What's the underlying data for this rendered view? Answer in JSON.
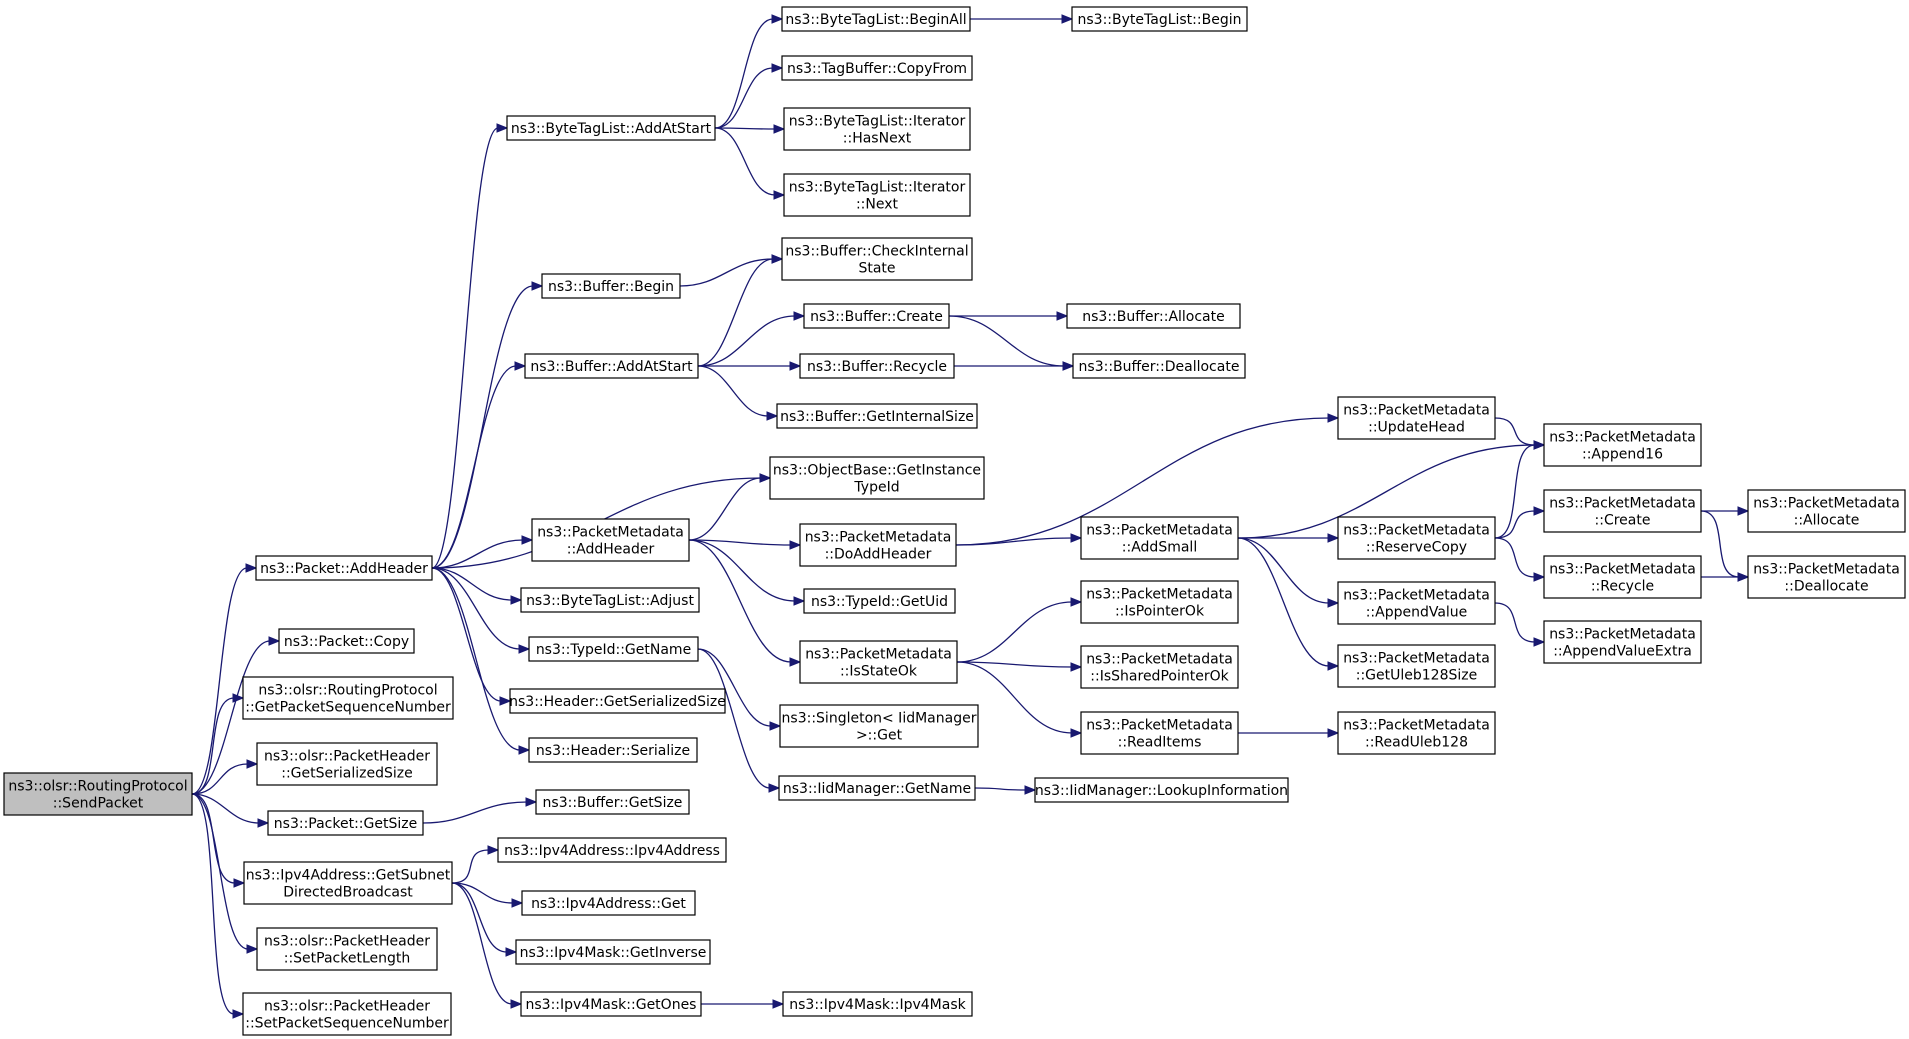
{
  "colors": {
    "edge": "#191970",
    "node_border": "#000000",
    "root_fill": "#bfbfbf",
    "node_fill": "#ffffff"
  },
  "nodes": [
    {
      "id": "sendpacket",
      "lines": [
        "ns3::olsr::RoutingProtocol",
        "::SendPacket"
      ],
      "root": true
    },
    {
      "id": "packet_addheader",
      "lines": [
        "ns3::Packet::AddHeader"
      ]
    },
    {
      "id": "packet_copy",
      "lines": [
        "ns3::Packet::Copy"
      ]
    },
    {
      "id": "getpacketseq",
      "lines": [
        "ns3::olsr::RoutingProtocol",
        "::GetPacketSequenceNumber"
      ]
    },
    {
      "id": "olsr_getser",
      "lines": [
        "ns3::olsr::PacketHeader",
        "::GetSerializedSize"
      ]
    },
    {
      "id": "packet_getsize",
      "lines": [
        "ns3::Packet::GetSize"
      ]
    },
    {
      "id": "ipv4_getsubnet",
      "lines": [
        "ns3::Ipv4Address::GetSubnet",
        "DirectedBroadcast"
      ]
    },
    {
      "id": "setpacketlength",
      "lines": [
        "ns3::olsr::PacketHeader",
        "::SetPacketLength"
      ]
    },
    {
      "id": "setpacketseq",
      "lines": [
        "ns3::olsr::PacketHeader",
        "::SetPacketSequenceNumber"
      ]
    },
    {
      "id": "btl_addatstart",
      "lines": [
        "ns3::ByteTagList::AddAtStart"
      ]
    },
    {
      "id": "btl_beginall",
      "lines": [
        "ns3::ByteTagList::BeginAll"
      ]
    },
    {
      "id": "btl_begin",
      "lines": [
        "ns3::ByteTagList::Begin"
      ]
    },
    {
      "id": "tagbuffer_copyfrom",
      "lines": [
        "ns3::TagBuffer::CopyFrom"
      ]
    },
    {
      "id": "btl_iter_hasnext",
      "lines": [
        "ns3::ByteTagList::Iterator",
        "::HasNext"
      ]
    },
    {
      "id": "btl_iter_next",
      "lines": [
        "ns3::ByteTagList::Iterator",
        "::Next"
      ]
    },
    {
      "id": "buffer_begin",
      "lines": [
        "ns3::Buffer::Begin"
      ]
    },
    {
      "id": "buffer_checkinternal",
      "lines": [
        "ns3::Buffer::CheckInternal",
        "State"
      ]
    },
    {
      "id": "buffer_addatstart",
      "lines": [
        "ns3::Buffer::AddAtStart"
      ]
    },
    {
      "id": "buffer_create",
      "lines": [
        "ns3::Buffer::Create"
      ]
    },
    {
      "id": "buffer_allocate",
      "lines": [
        "ns3::Buffer::Allocate"
      ]
    },
    {
      "id": "buffer_recycle",
      "lines": [
        "ns3::Buffer::Recycle"
      ]
    },
    {
      "id": "buffer_deallocate",
      "lines": [
        "ns3::Buffer::Deallocate"
      ]
    },
    {
      "id": "buffer_getinternalsize",
      "lines": [
        "ns3::Buffer::GetInternalSize"
      ]
    },
    {
      "id": "objectbase_getinstance",
      "lines": [
        "ns3::ObjectBase::GetInstance",
        "TypeId"
      ]
    },
    {
      "id": "pm_addheader",
      "lines": [
        "ns3::PacketMetadata",
        "::AddHeader"
      ]
    },
    {
      "id": "pm_doaddheader",
      "lines": [
        "ns3::PacketMetadata",
        "::DoAddHeader"
      ]
    },
    {
      "id": "pm_updatehead",
      "lines": [
        "ns3::PacketMetadata",
        "::UpdateHead"
      ]
    },
    {
      "id": "pm_append16",
      "lines": [
        "ns3::PacketMetadata",
        "::Append16"
      ]
    },
    {
      "id": "pm_addsmall",
      "lines": [
        "ns3::PacketMetadata",
        "::AddSmall"
      ]
    },
    {
      "id": "pm_reservecopy",
      "lines": [
        "ns3::PacketMetadata",
        "::ReserveCopy"
      ]
    },
    {
      "id": "pm_create",
      "lines": [
        "ns3::PacketMetadata",
        "::Create"
      ]
    },
    {
      "id": "pm_allocate",
      "lines": [
        "ns3::PacketMetadata",
        "::Allocate"
      ]
    },
    {
      "id": "pm_recycle",
      "lines": [
        "ns3::PacketMetadata",
        "::Recycle"
      ]
    },
    {
      "id": "pm_deallocate",
      "lines": [
        "ns3::PacketMetadata",
        "::Deallocate"
      ]
    },
    {
      "id": "pm_appendvalue",
      "lines": [
        "ns3::PacketMetadata",
        "::AppendValue"
      ]
    },
    {
      "id": "pm_appendvalueextra",
      "lines": [
        "ns3::PacketMetadata",
        "::AppendValueExtra"
      ]
    },
    {
      "id": "pm_getuleb128size",
      "lines": [
        "ns3::PacketMetadata",
        "::GetUleb128Size"
      ]
    },
    {
      "id": "typeid_getuid",
      "lines": [
        "ns3::TypeId::GetUid"
      ]
    },
    {
      "id": "pm_isstateok",
      "lines": [
        "ns3::PacketMetadata",
        "::IsStateOk"
      ]
    },
    {
      "id": "pm_ispointerok",
      "lines": [
        "ns3::PacketMetadata",
        "::IsPointerOk"
      ]
    },
    {
      "id": "pm_issharedpointerok",
      "lines": [
        "ns3::PacketMetadata",
        "::IsSharedPointerOk"
      ]
    },
    {
      "id": "pm_readitems",
      "lines": [
        "ns3::PacketMetadata",
        "::ReadItems"
      ]
    },
    {
      "id": "pm_readuleb128",
      "lines": [
        "ns3::PacketMetadata",
        "::ReadUleb128"
      ]
    },
    {
      "id": "btl_adjust",
      "lines": [
        "ns3::ByteTagList::Adjust"
      ]
    },
    {
      "id": "typeid_getname",
      "lines": [
        "ns3::TypeId::GetName"
      ]
    },
    {
      "id": "singleton_get",
      "lines": [
        "ns3::Singleton< IidManager",
        ">::Get"
      ]
    },
    {
      "id": "iidmanager_getname",
      "lines": [
        "ns3::IidManager::GetName"
      ]
    },
    {
      "id": "iidmanager_lookup",
      "lines": [
        "ns3::IidManager::LookupInformation"
      ]
    },
    {
      "id": "header_getser",
      "lines": [
        "ns3::Header::GetSerializedSize"
      ]
    },
    {
      "id": "header_serialize",
      "lines": [
        "ns3::Header::Serialize"
      ]
    },
    {
      "id": "buffer_getsize",
      "lines": [
        "ns3::Buffer::GetSize"
      ]
    },
    {
      "id": "ipv4addr_ctor",
      "lines": [
        "ns3::Ipv4Address::Ipv4Address"
      ]
    },
    {
      "id": "ipv4addr_get",
      "lines": [
        "ns3::Ipv4Address::Get"
      ]
    },
    {
      "id": "ipv4mask_getinverse",
      "lines": [
        "ns3::Ipv4Mask::GetInverse"
      ]
    },
    {
      "id": "ipv4mask_getones",
      "lines": [
        "ns3::Ipv4Mask::GetOnes"
      ]
    },
    {
      "id": "ipv4mask_ctor",
      "lines": [
        "ns3::Ipv4Mask::Ipv4Mask"
      ]
    }
  ],
  "edges": [
    [
      "sendpacket",
      "packet_addheader"
    ],
    [
      "sendpacket",
      "packet_copy"
    ],
    [
      "sendpacket",
      "getpacketseq"
    ],
    [
      "sendpacket",
      "olsr_getser"
    ],
    [
      "sendpacket",
      "packet_getsize"
    ],
    [
      "sendpacket",
      "ipv4_getsubnet"
    ],
    [
      "sendpacket",
      "setpacketlength"
    ],
    [
      "sendpacket",
      "setpacketseq"
    ],
    [
      "packet_addheader",
      "btl_addatstart"
    ],
    [
      "packet_addheader",
      "buffer_begin"
    ],
    [
      "packet_addheader",
      "buffer_addatstart"
    ],
    [
      "packet_addheader",
      "objectbase_getinstance"
    ],
    [
      "packet_addheader",
      "pm_addheader"
    ],
    [
      "packet_addheader",
      "btl_adjust"
    ],
    [
      "packet_addheader",
      "typeid_getname"
    ],
    [
      "packet_addheader",
      "header_getser"
    ],
    [
      "packet_addheader",
      "header_serialize"
    ],
    [
      "btl_addatstart",
      "btl_beginall"
    ],
    [
      "btl_addatstart",
      "tagbuffer_copyfrom"
    ],
    [
      "btl_addatstart",
      "btl_iter_hasnext"
    ],
    [
      "btl_addatstart",
      "btl_iter_next"
    ],
    [
      "btl_beginall",
      "btl_begin"
    ],
    [
      "buffer_begin",
      "buffer_checkinternal"
    ],
    [
      "buffer_addatstart",
      "buffer_checkinternal"
    ],
    [
      "buffer_addatstart",
      "buffer_create"
    ],
    [
      "buffer_addatstart",
      "buffer_recycle"
    ],
    [
      "buffer_addatstart",
      "buffer_getinternalsize"
    ],
    [
      "buffer_create",
      "buffer_allocate"
    ],
    [
      "buffer_create",
      "buffer_deallocate"
    ],
    [
      "buffer_recycle",
      "buffer_deallocate"
    ],
    [
      "pm_addheader",
      "objectbase_getinstance"
    ],
    [
      "pm_addheader",
      "pm_doaddheader"
    ],
    [
      "pm_addheader",
      "typeid_getuid"
    ],
    [
      "pm_addheader",
      "pm_isstateok"
    ],
    [
      "pm_doaddheader",
      "pm_updatehead"
    ],
    [
      "pm_doaddheader",
      "pm_addsmall"
    ],
    [
      "pm_updatehead",
      "pm_append16"
    ],
    [
      "pm_addsmall",
      "pm_append16"
    ],
    [
      "pm_addsmall",
      "pm_reservecopy"
    ],
    [
      "pm_addsmall",
      "pm_appendvalue"
    ],
    [
      "pm_addsmall",
      "pm_getuleb128size"
    ],
    [
      "pm_reservecopy",
      "pm_append16"
    ],
    [
      "pm_reservecopy",
      "pm_create"
    ],
    [
      "pm_reservecopy",
      "pm_recycle"
    ],
    [
      "pm_create",
      "pm_allocate"
    ],
    [
      "pm_create",
      "pm_deallocate"
    ],
    [
      "pm_recycle",
      "pm_deallocate"
    ],
    [
      "pm_appendvalue",
      "pm_appendvalueextra"
    ],
    [
      "pm_isstateok",
      "pm_ispointerok"
    ],
    [
      "pm_isstateok",
      "pm_issharedpointerok"
    ],
    [
      "pm_isstateok",
      "pm_readitems"
    ],
    [
      "pm_readitems",
      "pm_readuleb128"
    ],
    [
      "typeid_getname",
      "singleton_get"
    ],
    [
      "typeid_getname",
      "iidmanager_getname"
    ],
    [
      "iidmanager_getname",
      "iidmanager_lookup"
    ],
    [
      "packet_getsize",
      "buffer_getsize"
    ],
    [
      "ipv4_getsubnet",
      "ipv4addr_ctor"
    ],
    [
      "ipv4_getsubnet",
      "ipv4addr_get"
    ],
    [
      "ipv4_getsubnet",
      "ipv4mask_getinverse"
    ],
    [
      "ipv4_getsubnet",
      "ipv4mask_getones"
    ],
    [
      "ipv4mask_getones",
      "ipv4mask_ctor"
    ]
  ]
}
